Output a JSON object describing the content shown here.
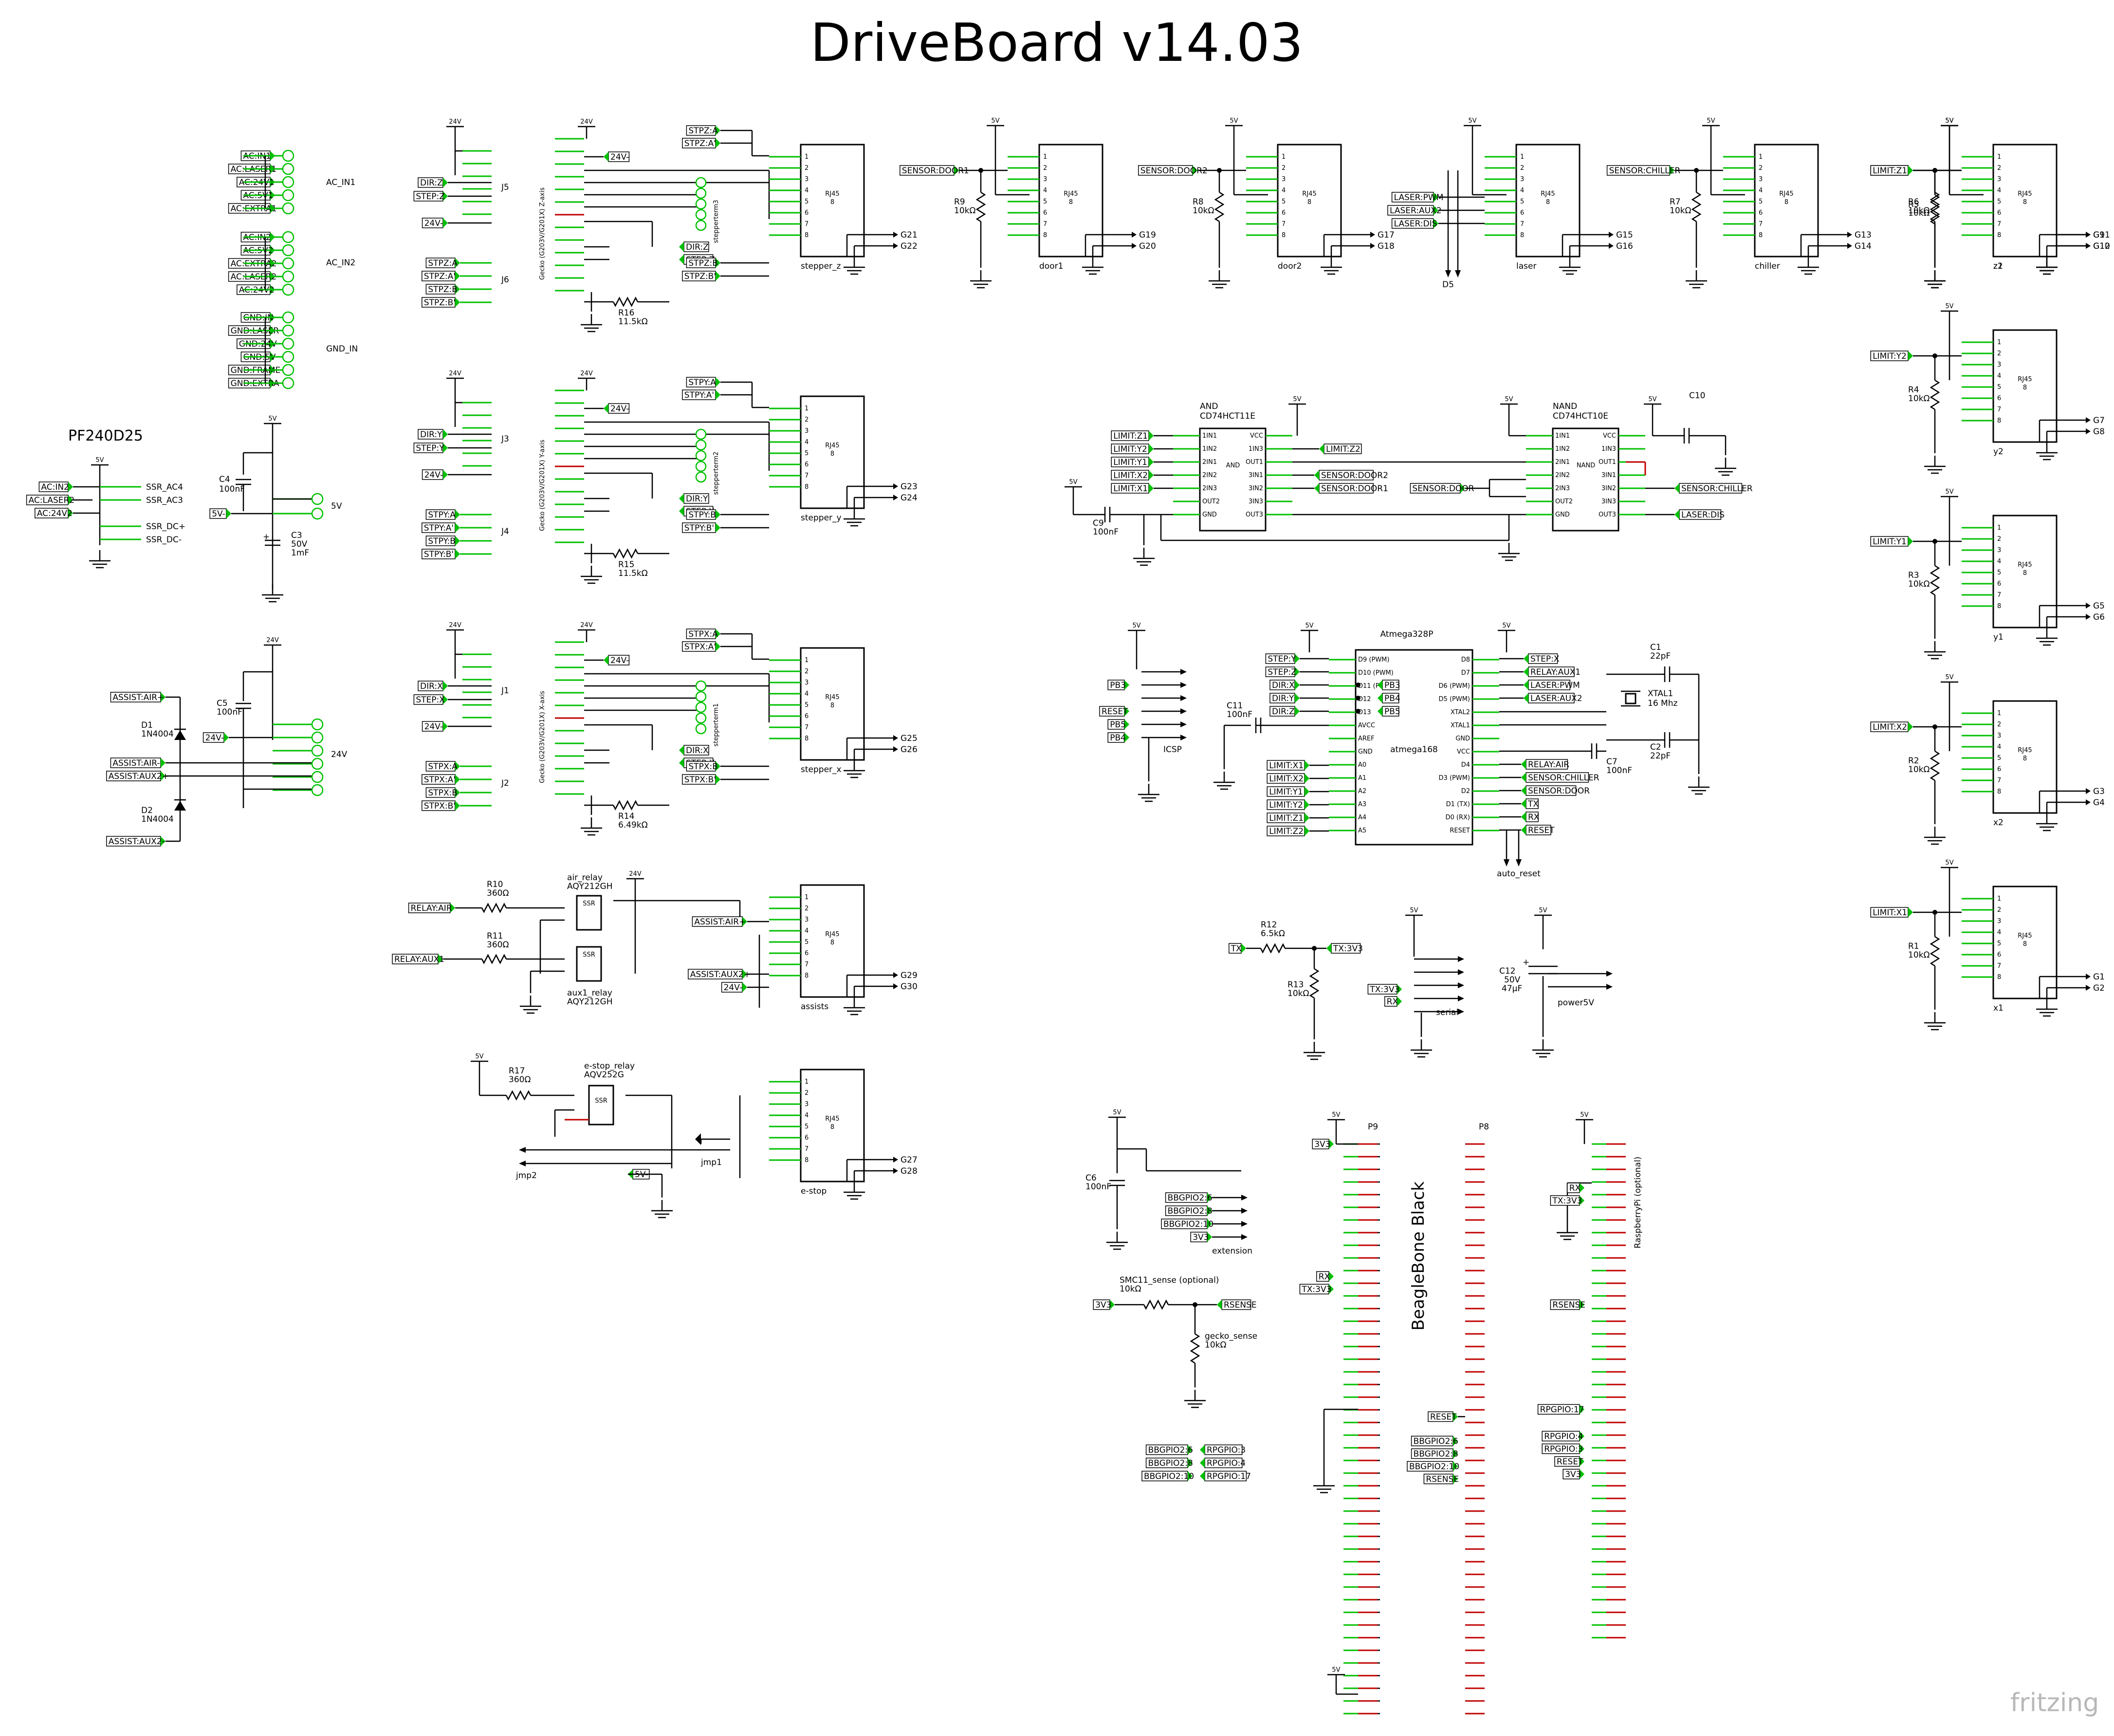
{
  "title": "DriveBoard v14.03",
  "watermark": "fritzing",
  "colors": {
    "pin": "#00c000",
    "unconnected_pin": "#c00000",
    "wire": "#000000"
  },
  "power_block": {
    "name": "PF240D25",
    "ac_in1_labels": [
      "AC:IN1",
      "AC:LASER1",
      "AC:24V1",
      "AC:5V1",
      "AC:EXTRA1"
    ],
    "ac_in1_name": "AC_IN1",
    "ac_in2_labels": [
      "AC:IN2",
      "AC:5V2",
      "AC:EXTRA2",
      "AC:LASER2",
      "AC:24V2"
    ],
    "ac_in2_name": "AC_IN2",
    "gnd_labels": [
      "GND:IN",
      "GND:LASER",
      "GND:24V",
      "GND:5V",
      "GND:FRAME",
      "GND:EXTRA"
    ],
    "gnd_name": "GND_IN",
    "pf_inputs": [
      "AC:IN2",
      "AC:LASER2",
      "AC:24V2"
    ],
    "pf_outputs": [
      "SSR_AC4",
      "SSR_AC3",
      "SSR_DC+",
      "SSR_DC-"
    ],
    "c4": [
      "C4",
      "100nF"
    ],
    "c3": [
      "C3",
      "50V",
      "1mF"
    ],
    "supply_5v": "5V",
    "out_5v": "5V",
    "vminus": "5V-"
  },
  "assist_power": {
    "assist_air_plus": "ASSIST:AIR+",
    "assist_air_minus": "ASSIST:AIR-",
    "assist_aux2_plus": "ASSIST:AUX2+",
    "assist_aux2_minus": "ASSIST:AUX2-",
    "d1": [
      "D1",
      "1N4004"
    ],
    "d2": [
      "D2",
      "1N4004"
    ],
    "c5": [
      "C5",
      "100nF"
    ],
    "v24": "24V",
    "v24minus": "24V-",
    "out": "24V"
  },
  "steppers": [
    {
      "axis_label": "Gecko (G203V/G201X) Z-axis",
      "jtop": "J5",
      "jbot": "J6",
      "jtop_labels": [
        "DIR:Z",
        "STEP:Z",
        "24V-"
      ],
      "jbot_labels": [
        "STPZ:A",
        "STPZ:A'",
        "STPZ:B",
        "STPZ:B'"
      ],
      "right_top": [
        "STPZ:A",
        "STPZ:A'"
      ],
      "right_bot": [
        "STPZ:B",
        "STPZ:B'"
      ],
      "mid_labels": [
        "DIR:Z",
        "STEP:Z"
      ],
      "term": "stepperterm3",
      "resistor": [
        "R16",
        "11.5kΩ"
      ],
      "rj45": "stepper_z",
      "g": [
        "G21",
        "G22"
      ]
    },
    {
      "axis_label": "Gecko (G203V/G201X) Y-axis",
      "jtop": "J3",
      "jbot": "J4",
      "jtop_labels": [
        "DIR:Y",
        "STEP:Y",
        "24V-"
      ],
      "jbot_labels": [
        "STPY:A",
        "STPY:A'",
        "STPY:B",
        "STPY:B'"
      ],
      "right_top": [
        "STPY:A",
        "STPY:A'"
      ],
      "right_bot": [
        "STPY:B",
        "STPY:B'"
      ],
      "mid_labels": [
        "DIR:Y",
        "STEP:Y"
      ],
      "term": "stepperterm2",
      "resistor": [
        "R15",
        "11.5kΩ"
      ],
      "rj45": "stepper_y",
      "g": [
        "G23",
        "G24"
      ]
    },
    {
      "axis_label": "Gecko (G203V/G201X) X-axis",
      "jtop": "J1",
      "jbot": "J2",
      "jtop_labels": [
        "DIR:X",
        "STEP:X",
        "24V-"
      ],
      "jbot_labels": [
        "STPX:A",
        "STPX:A'",
        "STPX:B",
        "STPX:B'"
      ],
      "right_top": [
        "STPX:A",
        "STPX:A'"
      ],
      "right_bot": [
        "STPX:B",
        "STPX:B'"
      ],
      "mid_labels": [
        "DIR:X",
        "STEP:X"
      ],
      "term": "stepperterm1",
      "resistor": [
        "R14",
        "6.49kΩ"
      ],
      "rj45": "stepper_x",
      "g": [
        "G25",
        "G26"
      ]
    }
  ],
  "rj45_common": {
    "label": "RJ45",
    "sub": "8",
    "pins": [
      "1",
      "2",
      "3",
      "4",
      "5",
      "6",
      "7",
      "8"
    ]
  },
  "v24_label": "24V",
  "v24minus_label": "24V-",
  "v5_label": "5V",
  "sensors_top": [
    {
      "input": "SENSOR:DOOR1",
      "resistor": [
        "R9",
        "10kΩ"
      ],
      "rj45": "door1",
      "g": [
        "G19",
        "G20"
      ]
    },
    {
      "input": "SENSOR:DOOR2",
      "resistor": [
        "R8",
        "10kΩ"
      ],
      "rj45": "door2",
      "g": [
        "G17",
        "G18"
      ]
    },
    {
      "input": "LASER",
      "resistor": [
        "",
        ""
      ],
      "rj45": "laser",
      "g": [
        "G15",
        "G16"
      ],
      "laser_labels": [
        "LASER:PWM",
        "LASER:AUX2",
        "LASER:DIS"
      ],
      "d5": "D5"
    },
    {
      "input": "SENSOR:CHILLER",
      "resistor": [
        "R7",
        "10kΩ"
      ],
      "rj45": "chiller",
      "g": [
        "G13",
        "G14"
      ]
    },
    {
      "input": "LIMIT:Z2",
      "resistor": [
        "R6",
        "10kΩ"
      ],
      "rj45": "z2",
      "g": [
        "G11",
        "G12"
      ]
    }
  ],
  "limits_right": [
    {
      "input": "LIMIT:Z1",
      "resistor": [
        "R5",
        "10kΩ"
      ],
      "rj45": "z1",
      "g": [
        "G9",
        "G10"
      ]
    },
    {
      "input": "LIMIT:Y2",
      "resistor": [
        "R4",
        "10kΩ"
      ],
      "rj45": "y2",
      "g": [
        "G7",
        "G8"
      ]
    },
    {
      "input": "LIMIT:Y1",
      "resistor": [
        "R3",
        "10kΩ"
      ],
      "rj45": "y1",
      "g": [
        "G5",
        "G6"
      ]
    },
    {
      "input": "LIMIT:X2",
      "resistor": [
        "R2",
        "10kΩ"
      ],
      "rj45": "x2",
      "g": [
        "G3",
        "G4"
      ]
    },
    {
      "input": "LIMIT:X1",
      "resistor": [
        "R1",
        "10kΩ"
      ],
      "rj45": "x1",
      "g": [
        "G1",
        "G2"
      ]
    }
  ],
  "and_gate": {
    "title": [
      "AND",
      "CD74HCT11E"
    ],
    "inner": "AND",
    "left_labels": [
      "LIMIT:Z1",
      "LIMIT:Y2",
      "LIMIT:Y1",
      "LIMIT:X2",
      "LIMIT:X1"
    ],
    "out_labels": [
      "LIMIT:Z2",
      "SENSOR:DOOR2",
      "SENSOR:DOOR1"
    ],
    "left_pins": [
      "1IN1",
      "1IN2",
      "2IN1",
      "2IN2",
      "2IN3",
      "OUT2",
      "GND"
    ],
    "right_pins": [
      "VCC",
      "1IN3",
      "OUT1",
      "3IN1",
      "3IN2",
      "3IN3",
      "OUT3"
    ],
    "c9": [
      "C9",
      "100nF"
    ]
  },
  "nand_gate": {
    "title": [
      "NAND",
      "CD74HCT10E"
    ],
    "inner": "NAND",
    "c10": "C10",
    "left_in": "SENSOR:DOOR",
    "out_labels": [
      "SENSOR:CHILLER",
      "LASER:DIS"
    ],
    "left_pins": [
      "1IN1",
      "1IN2",
      "2IN1",
      "2IN2",
      "2IN3",
      "OUT2",
      "GND"
    ],
    "right_pins": [
      "VCC",
      "1IN3",
      "OUT1",
      "3IN1",
      "3IN2",
      "3IN3",
      "OUT3"
    ]
  },
  "icsp": {
    "name": "ICSP",
    "labels": [
      "PB3",
      "RESET",
      "PB5",
      "PB4"
    ]
  },
  "mcu": {
    "title": "Atmega328P",
    "chip": "atmega168",
    "left_top": [
      "STEP:Y",
      "STEP:Z",
      "DIR:X",
      "DIR:Y",
      "DIR:Z"
    ],
    "left_mid": [
      "PB3",
      "PB4",
      "PB5"
    ],
    "left_limits": [
      "LIMIT:X1",
      "LIMIT:X2",
      "LIMIT:Y1",
      "LIMIT:Y2",
      "LIMIT:Z1",
      "LIMIT:Z2"
    ],
    "right_top": [
      "STEP:X",
      "RELAY:AUX1",
      "LASER:PWM",
      "LASER:AUX2"
    ],
    "right_bot": [
      "RELAY:AIR",
      "SENSOR:CHILLER",
      "SENSOR:DOOR",
      "TX",
      "RX",
      "RESET"
    ],
    "left_pins": [
      "D9 (PWM)",
      "D10 (PWM)",
      "D11 (PWM)",
      "D12",
      "D13",
      "AVCC",
      "AREF",
      "GND",
      "A0",
      "A1",
      "A2",
      "A3",
      "A4",
      "A5"
    ],
    "right_pins": [
      "D8",
      "D7",
      "D6 (PWM)",
      "D5 (PWM)",
      "XTAL2",
      "XTAL1",
      "GND",
      "VCC",
      "D4",
      "D3 (PWM)",
      "D2",
      "D1 (TX)",
      "D0 (RX)",
      "RESET"
    ],
    "c11": [
      "C11",
      "100nF"
    ],
    "c1": [
      "C1",
      "22pF"
    ],
    "c2": [
      "C2",
      "22pF"
    ],
    "c7": [
      "C7",
      "100nF"
    ],
    "xtal": [
      "XTAL1",
      "16 Mhz"
    ],
    "auto_reset": "auto_reset"
  },
  "relays": {
    "air": {
      "input": "RELAY:AIR",
      "res": [
        "R10",
        "360Ω"
      ],
      "name": [
        "air_relay",
        "AQY212GH"
      ]
    },
    "aux1": {
      "input": "RELAY:AUX1",
      "res": [
        "R11",
        "360Ω"
      ],
      "name": [
        "aux1_relay",
        "AQY212GH"
      ]
    },
    "ssr": "SSR",
    "out_labels": [
      "ASSIST:AIR+",
      "ASSIST:AUX2+",
      "24V-"
    ],
    "rj45": "assists",
    "g": [
      "G29",
      "G30"
    ]
  },
  "estop": {
    "res": [
      "R17",
      "360Ω"
    ],
    "name": [
      "e-stop_relay",
      "AQV252G"
    ],
    "jmp2": "jmp2",
    "jmp1": "jmp1",
    "vminus": "5V-",
    "rj45": "e-stop",
    "g": [
      "G27",
      "G28"
    ]
  },
  "serial": {
    "r12": [
      "R12",
      "6.5kΩ"
    ],
    "r13": [
      "R13",
      "10kΩ"
    ],
    "tx": "TX",
    "tx3v3": "TX:3V3",
    "rx": "RX",
    "name": "serial",
    "c12": [
      "C12",
      "50V",
      "47µF"
    ],
    "power5v": "power5V"
  },
  "extension": {
    "c6": [
      "C6",
      "100nF"
    ],
    "labels": [
      "BBGPIO2:6",
      "BBGPIO2:8",
      "BBGPIO2:10",
      "3V3"
    ],
    "name": "extension"
  },
  "smc": {
    "title": [
      "SMC11_sense (optional)",
      "10kΩ"
    ],
    "in": "3V3",
    "out": "RSENSE",
    "gecko": [
      "gecko_sense",
      "10kΩ"
    ]
  },
  "jumpers": {
    "left": [
      "BBGPIO2:6",
      "BBGPIO2:8",
      "BBGPIO2:10"
    ],
    "right": [
      "RPGPIO:3",
      "RPGPIO:4",
      "RPGPIO:17"
    ]
  },
  "beaglebone": {
    "name": "BeagleBone Black",
    "p9": "P9",
    "p8": "P8",
    "p9_labels": [
      "3V3",
      "RX",
      "TX:3V3"
    ],
    "p8_labels": [
      "RESET",
      "BBGPIO2:6",
      "BBGPIO2:8",
      "BBGPIO2:10",
      "RSENSE"
    ],
    "bottom_5v": "5V"
  },
  "rpi": {
    "name": "RaspberryPi (optional)",
    "labels": [
      "RX",
      "TX:3V3",
      "RSENSE",
      "RPGPIO:17",
      "RPGPIO:4",
      "RPGPIO:3",
      "RESET",
      "3V3"
    ]
  }
}
